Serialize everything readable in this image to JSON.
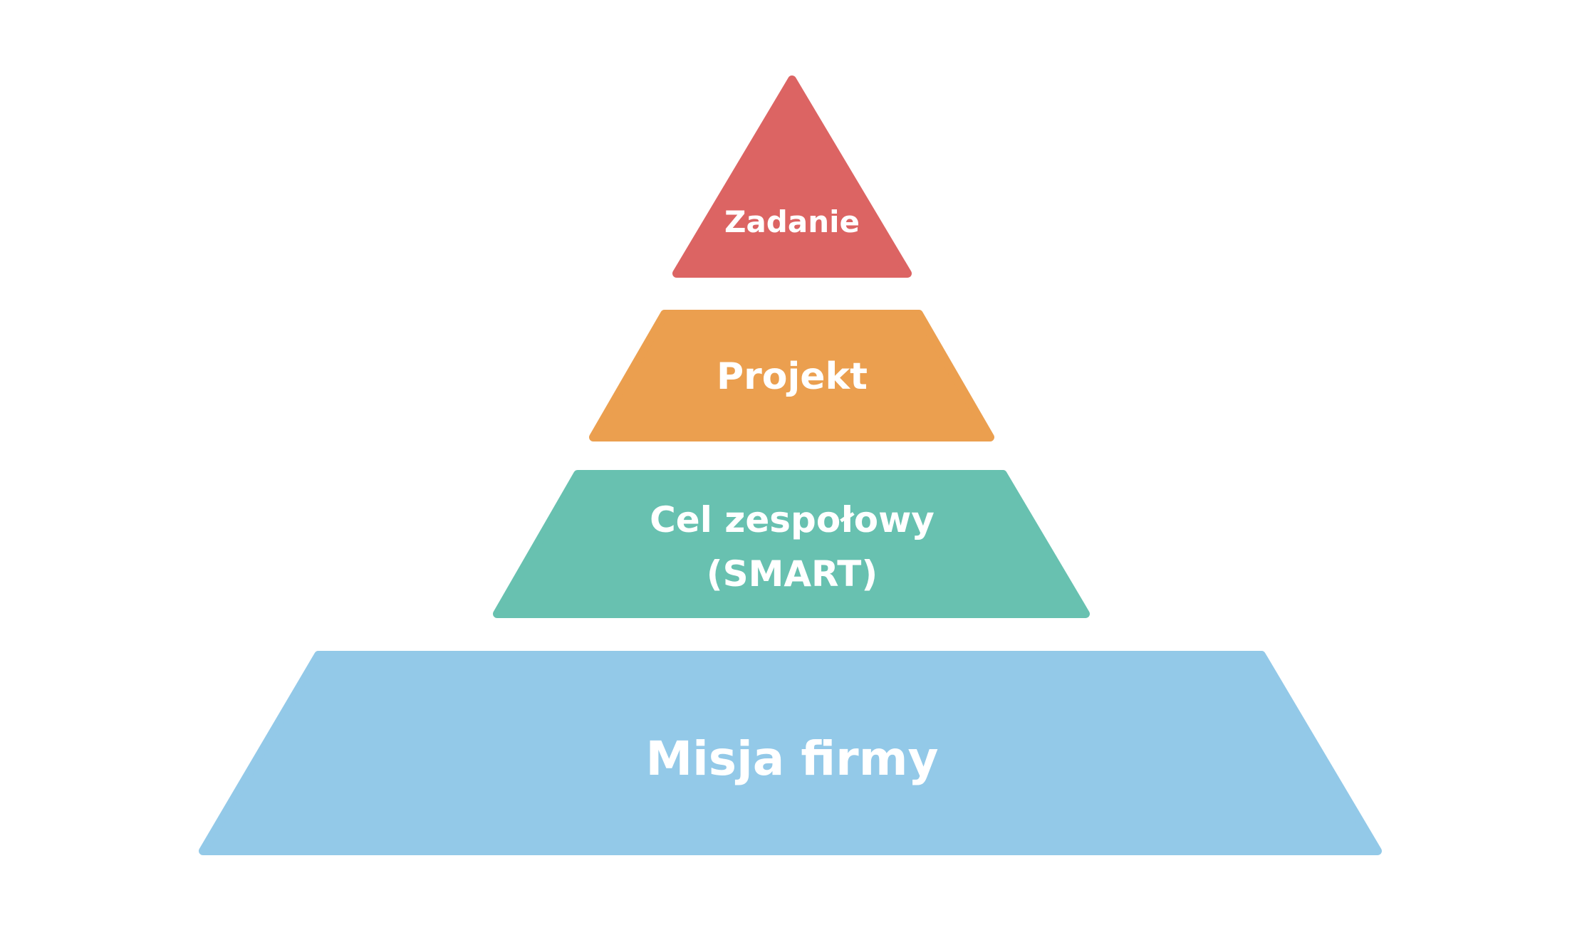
{
  "pyramid": {
    "levels": [
      {
        "id": "zadanie",
        "label": "Zadanie",
        "color": "#dc6463"
      },
      {
        "id": "projekt",
        "label": "Projekt",
        "color": "#eb9f4f"
      },
      {
        "id": "cel",
        "label_line1": "Cel zespołowy",
        "label_line2": "(SMART)",
        "color": "#68c1b0"
      },
      {
        "id": "misja",
        "label": "Misja firmy",
        "color": "#93c9e8"
      }
    ]
  }
}
